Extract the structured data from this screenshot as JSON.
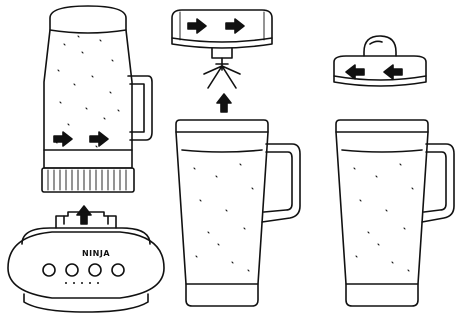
{
  "brand_label": "NINJA",
  "colors": {
    "ink": "#111111",
    "paper": "#ffffff"
  },
  "figure": {
    "panels": [
      {
        "name": "panel-1",
        "parts": [
          "bottle-inverted",
          "twist-arrows",
          "motor-base",
          "lift-arrow"
        ]
      },
      {
        "name": "panel-2",
        "parts": [
          "blade-lid",
          "twist-arrows",
          "up-arrow",
          "travel-mug"
        ]
      },
      {
        "name": "panel-3",
        "parts": [
          "sip-lid",
          "twist-arrows",
          "travel-mug"
        ]
      }
    ]
  }
}
